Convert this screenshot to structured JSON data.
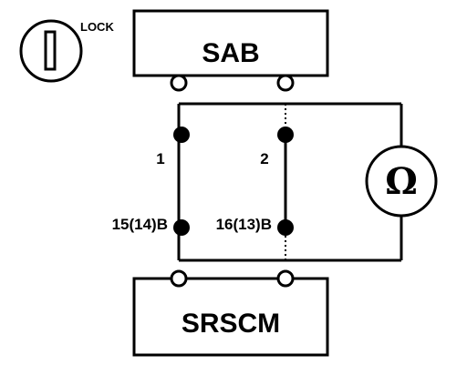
{
  "ignition": {
    "lock_label": "LOCK",
    "icon": "ignition-key-icon"
  },
  "sab": {
    "title": "SAB"
  },
  "srscm": {
    "title": "SRSCM"
  },
  "meter": {
    "symbol": "Ω",
    "icon": "ohmmeter-icon"
  },
  "pins": {
    "pin_1": "1",
    "pin_2": "2",
    "pin_15": "15(14)B",
    "pin_16": "16(13)B"
  }
}
